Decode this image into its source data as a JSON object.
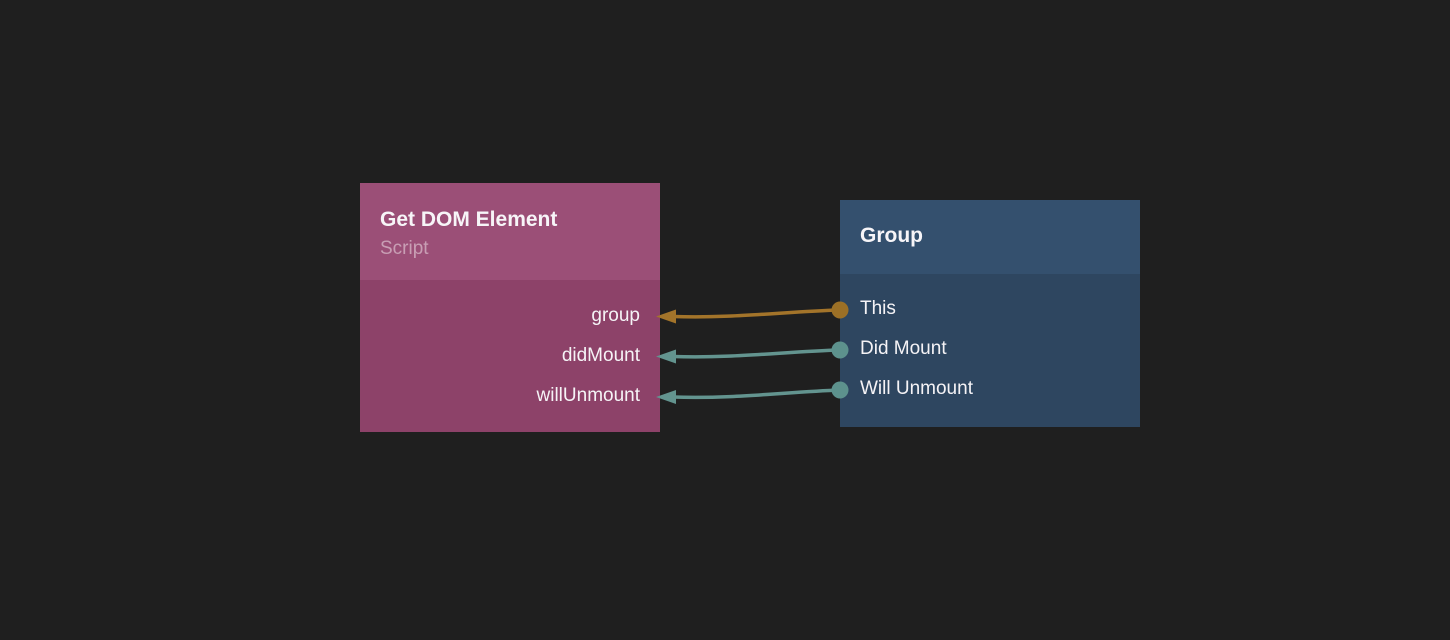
{
  "canvas": {
    "background_color": "#1f1f1f"
  },
  "nodes": [
    {
      "id": "get-dom-element",
      "title": "Get DOM Element",
      "subtitle": "Script",
      "header_color": "#9b4f77",
      "body_color": "#8d4269",
      "inputs": [
        {
          "label": "group",
          "port_color": "#a3742a"
        },
        {
          "label": "didMount",
          "port_color": "#63948f"
        },
        {
          "label": "willUnmount",
          "port_color": "#63948f"
        }
      ]
    },
    {
      "id": "group",
      "title": "Group",
      "header_color": "#34506e",
      "body_color": "#2e4660",
      "outputs": [
        {
          "label": "This",
          "port_color": "#9c7026"
        },
        {
          "label": "Did Mount",
          "port_color": "#5d928d"
        },
        {
          "label": "Will Unmount",
          "port_color": "#5d928d"
        }
      ]
    }
  ],
  "wires": [
    {
      "from": "Group.This",
      "to": "Get DOM Element.group",
      "color": "#a3742a"
    },
    {
      "from": "Group.Did Mount",
      "to": "Get DOM Element.didMount",
      "color": "#63948f"
    },
    {
      "from": "Group.Will Unmount",
      "to": "Get DOM Element.willUnmount",
      "color": "#63948f"
    }
  ]
}
